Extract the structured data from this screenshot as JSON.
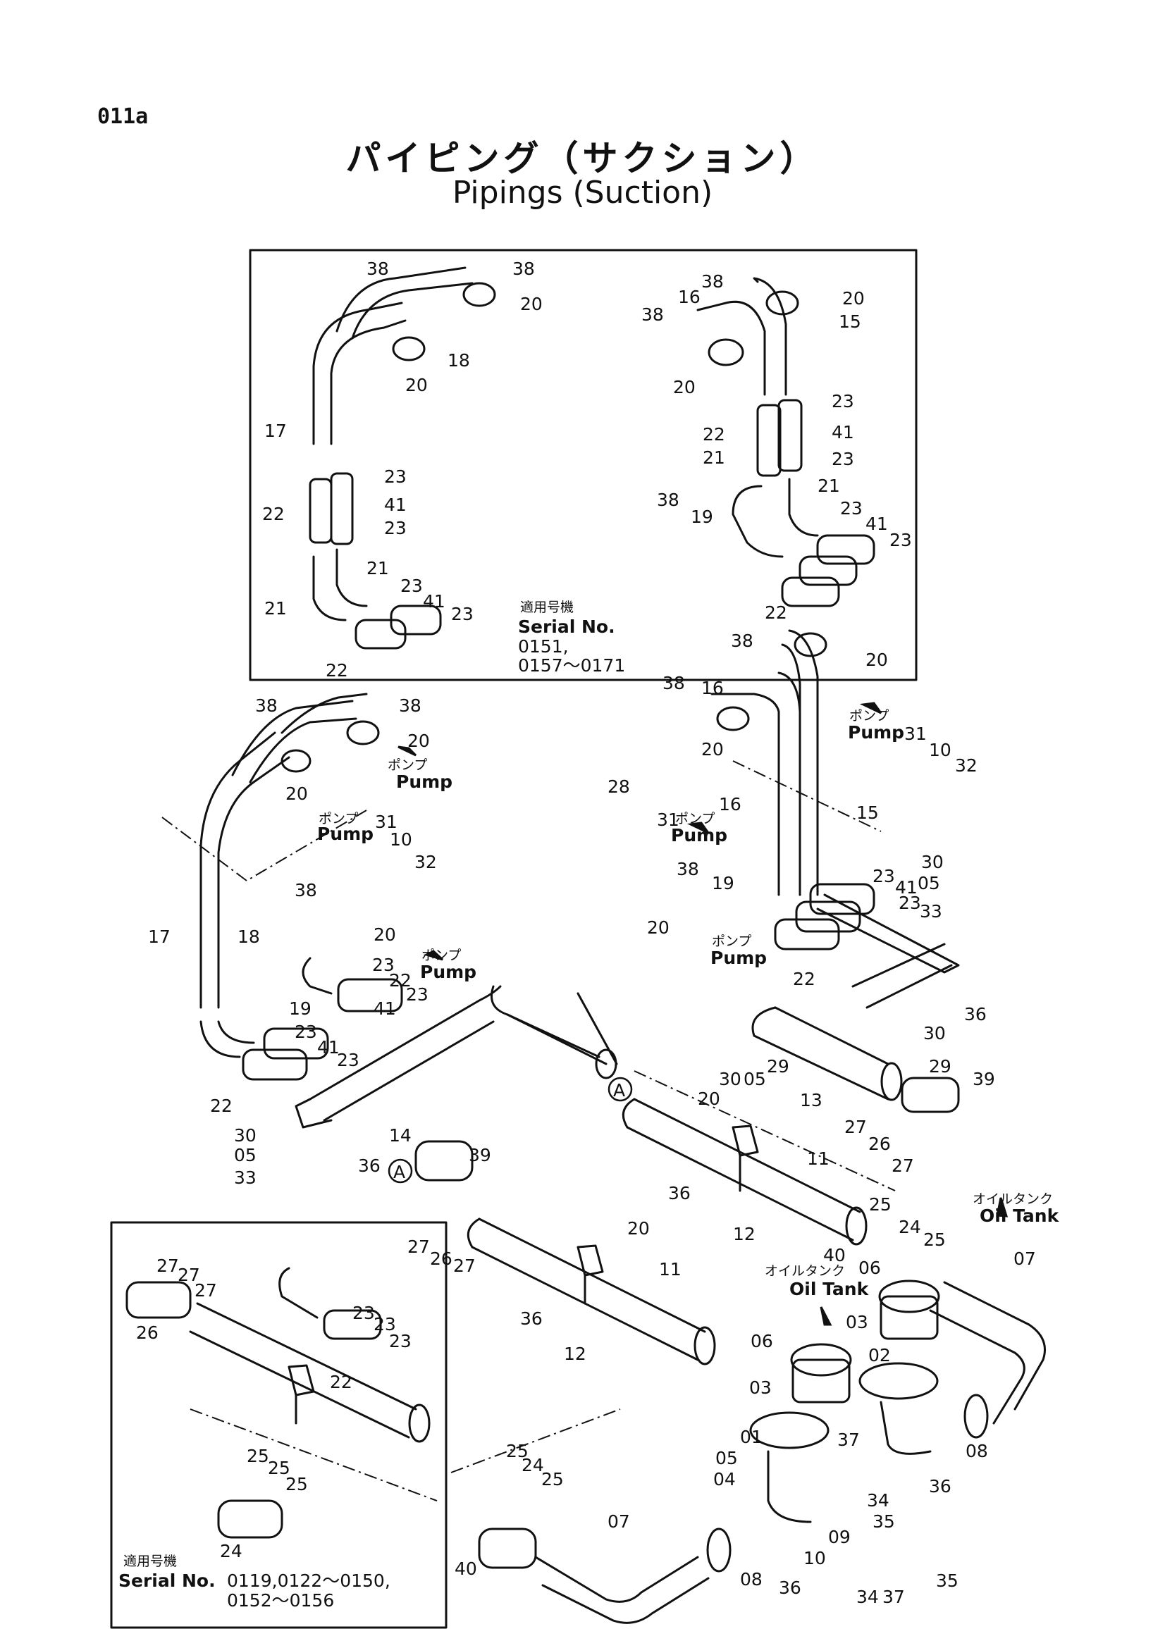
{
  "header": {
    "page_code": "011a",
    "title_jp": "パイピング（サクション）",
    "title_en": "Pipings (Suction)"
  },
  "insets": {
    "top_right": {
      "applicable_jp": "適用号機",
      "serial_label": "Serial No.",
      "serial_line1": "0151,",
      "serial_line2": "0157～0171"
    },
    "bottom_left": {
      "applicable_jp": "適用号機",
      "serial_label": "Serial No.",
      "serial_line1": "0119,0122～0150,",
      "serial_line2": "0152～0156"
    }
  },
  "callouts": {
    "pump_jp": "ポンプ",
    "pump_en": "Pump",
    "oiltank_jp": "オイルタンク",
    "oiltank_en": "Oil Tank",
    "connection_mark": "A"
  },
  "part_numbers": {
    "n01": "01",
    "n02": "02",
    "n03": "03",
    "n04": "04",
    "n05": "05",
    "n06": "06",
    "n07": "07",
    "n08": "08",
    "n09": "09",
    "n10": "10",
    "n11": "11",
    "n12": "12",
    "n13": "13",
    "n14": "14",
    "n15": "15",
    "n16": "16",
    "n17": "17",
    "n18": "18",
    "n19": "19",
    "n20": "20",
    "n21": "21",
    "n22": "22",
    "n23": "23",
    "n24": "24",
    "n25": "25",
    "n26": "26",
    "n27": "27",
    "n28": "28",
    "n29": "29",
    "n30": "30",
    "n31": "31",
    "n32": "32",
    "n33": "33",
    "n34": "34",
    "n35": "35",
    "n36": "36",
    "n37": "37",
    "n38": "38",
    "n39": "39",
    "n40": "40",
    "n41": "41"
  },
  "colors": {
    "line": "#111111",
    "background": "#ffffff"
  }
}
